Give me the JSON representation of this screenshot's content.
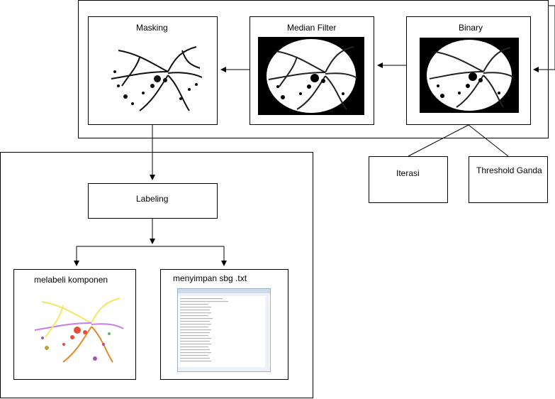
{
  "steps": {
    "masking": "Masking",
    "median_filter": "Median Filter",
    "binary": "Binary",
    "iterasi": "Iterasi",
    "threshold_ganda": "Threshold Ganda",
    "labeling": "Labeling",
    "melabeli": "melabeli komponen",
    "menyimpan": "menyimpan sbg .txt"
  }
}
